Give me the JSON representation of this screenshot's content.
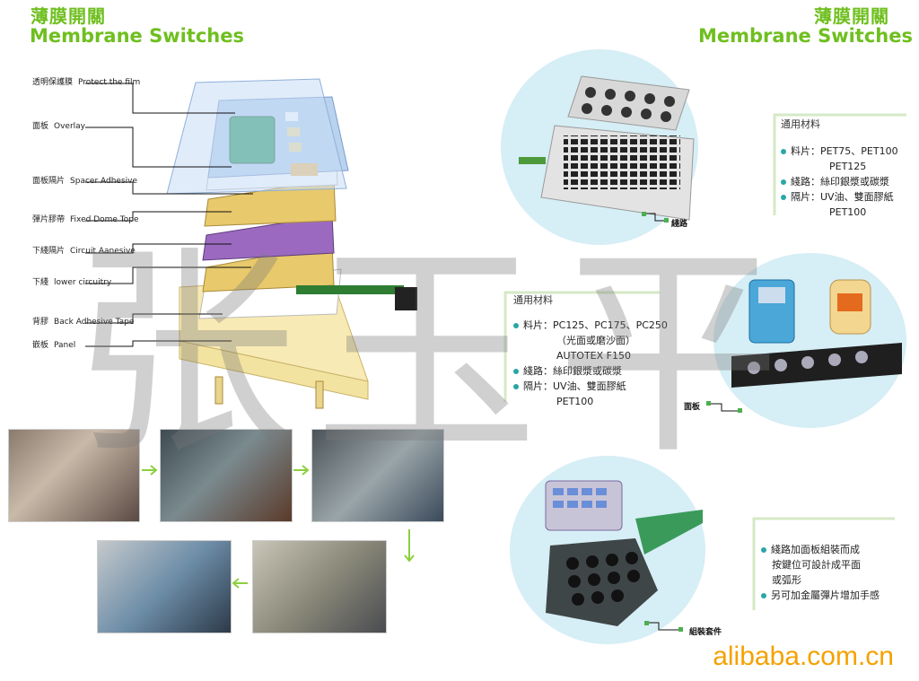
{
  "header": {
    "left": {
      "cn": "薄膜開關",
      "en": "Membrane Switches"
    },
    "right": {
      "cn": "薄膜開關",
      "en": "Membrane Switches"
    }
  },
  "layers": [
    {
      "cn": "透明保護膜",
      "en": "Protect the film"
    },
    {
      "cn": "面板",
      "en": "Overlay"
    },
    {
      "cn": "面板隔片",
      "en": "Spacer Adhesive"
    },
    {
      "cn": "彈片膠帶",
      "en": "Fixed Dome Tope"
    },
    {
      "cn": "下綫隔片",
      "en": "Circuit Aanesive"
    },
    {
      "cn": "下綫",
      "en": "lower circuitry"
    },
    {
      "cn": "背膠",
      "en": "Back Adhesive Tape"
    },
    {
      "cn": "嵌板",
      "en": "Panel"
    }
  ],
  "materials_right": {
    "title": "通用材料",
    "lines": [
      {
        "bullet": true,
        "text": "料片：PET75、PET100"
      },
      {
        "bullet": false,
        "text": "PET125"
      },
      {
        "bullet": true,
        "text": "綫路：絲印銀漿或碳漿"
      },
      {
        "bullet": true,
        "text": "隔片：UV油、雙面膠紙"
      },
      {
        "bullet": false,
        "text": "PET100"
      }
    ]
  },
  "materials_center": {
    "title": "通用材料",
    "lines": [
      {
        "bullet": true,
        "text": "料片：PC125、PC175、PC250"
      },
      {
        "bullet": false,
        "text": "（光面或磨沙面）"
      },
      {
        "bullet": false,
        "text": "AUTOTEX  F150"
      },
      {
        "bullet": true,
        "text": "綫路：絲印銀漿或碳漿"
      },
      {
        "bullet": true,
        "text": "隔片：UV油、雙面膠紙"
      },
      {
        "bullet": false,
        "text": "PET100"
      }
    ]
  },
  "assembly_notes": [
    {
      "bullet": true,
      "text": "綫路加面板組裝而成"
    },
    {
      "bullet": false,
      "text": "按鍵位可設計成平面"
    },
    {
      "bullet": false,
      "text": "或弧形"
    },
    {
      "bullet": true,
      "text": "另可加金屬彈片增加手感"
    }
  ],
  "product_tags": {
    "circuit": "綫路",
    "panel": "面板",
    "kit": "組裝套件"
  },
  "watermark": "张玉平",
  "footer": "alibaba.com.cn",
  "colors": {
    "green": "#6fbf1f",
    "teal": "#2aa6a6",
    "circle": "#d6eef5",
    "footer": "#f5a100"
  }
}
